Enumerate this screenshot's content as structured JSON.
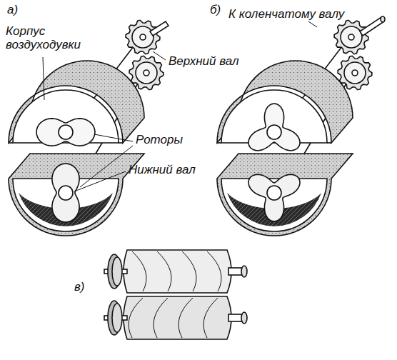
{
  "diagram": {
    "labels": [
      "а)",
      "Корпус воздуходувки",
      "б)",
      "К коленчатому валу",
      "Верхний вал",
      "Роторы",
      "Нижний вал",
      "в)"
    ]
  }
}
